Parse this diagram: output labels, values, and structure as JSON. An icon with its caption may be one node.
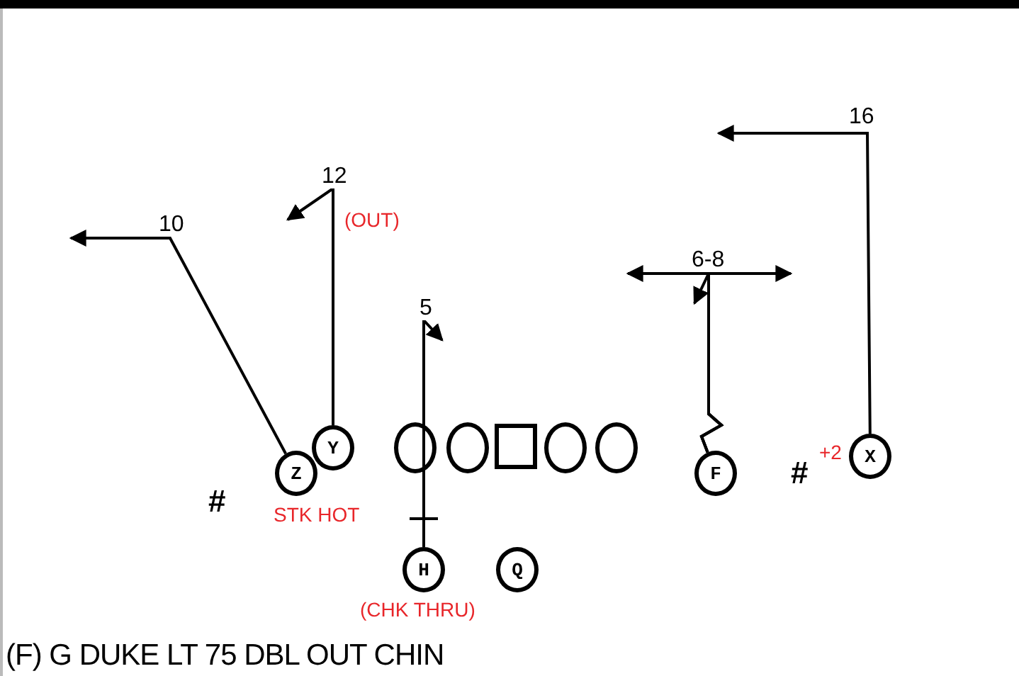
{
  "diagram": {
    "caption": "(F) G DUKE LT 75 DBL OUT CHIN",
    "nodes": [
      {
        "text": [
          "Y"
        ]
      },
      {
        "text": [
          "Z"
        ],
        "beside": [
          "STK HOT"
        ]
      },
      {
        "text": [],
        "shape": "circle"
      },
      {
        "text": [],
        "shape": "circle"
      },
      {
        "text": [],
        "shape": "box"
      },
      {
        "text": [],
        "shape": "circle"
      },
      {
        "text": [],
        "shape": "circle"
      },
      {
        "text": [
          "F"
        ]
      },
      {
        "text": [
          "X"
        ],
        "beside": [
          "+2"
        ]
      },
      {
        "text": [
          "H"
        ],
        "beside": [
          "(CHK THRU)"
        ]
      },
      {
        "text": [
          "Q"
        ]
      }
    ],
    "edges": [
      {
        "from": 1,
        "to": null,
        "arrow": "to",
        "label": "10"
      },
      {
        "from": 0,
        "to": null,
        "arrow": "to",
        "label": "12"
      },
      {
        "from": 9,
        "to": null,
        "arrow": "to",
        "label": "5"
      },
      {
        "from": 7,
        "to": null,
        "arrow": "to",
        "label": "6-8"
      },
      {
        "from": 7,
        "to": null,
        "arrow": "to"
      },
      {
        "from": 7,
        "to": null,
        "arrow": "to"
      },
      {
        "from": 8,
        "to": null,
        "arrow": "to",
        "label": "16"
      }
    ],
    "labels": [
      "(OUT)",
      "#",
      "#"
    ]
  }
}
